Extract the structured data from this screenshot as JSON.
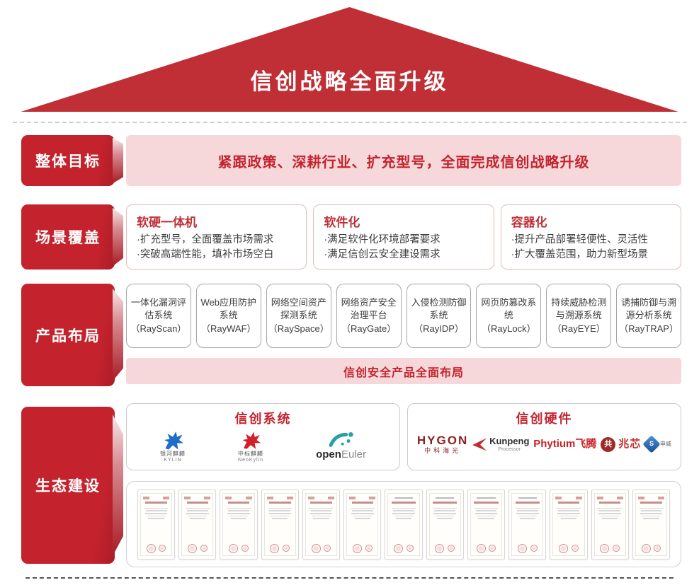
{
  "title": "信创战略全面升级",
  "colors": {
    "roof_red": "#bf2f35",
    "sidebar_red": "#c4232e",
    "pink_banner_bg": "#f6d8da",
    "accent_red": "#c4232e",
    "kylin_blue": "#1f6dc9",
    "neokylin_red": "#d22027",
    "openeuler_teal": "#28a0a6",
    "hygon_maroon": "#8e2023",
    "phytium_red": "#cc2127",
    "shenwei_blue": "#2f6db5"
  },
  "sections": {
    "goal": {
      "label": "整体目标",
      "banner": "紧跟政策、深耕行业、扩充型号，全面完成信创战略升级"
    },
    "scenario": {
      "label": "场景覆盖",
      "cards": [
        {
          "title": "软硬一体机",
          "bullets": [
            "扩充型号，全面覆盖市场需求",
            "突破高端性能，填补市场空白"
          ]
        },
        {
          "title": "软件化",
          "bullets": [
            "满足软件化环境部署要求",
            "满足信创云安全建设需求"
          ]
        },
        {
          "title": "容器化",
          "bullets": [
            "提升产品部署轻便性、灵活性",
            "扩大覆盖范围，助力新型场景"
          ]
        }
      ]
    },
    "products": {
      "label": "产品布局",
      "items": [
        {
          "name": "一体化漏洞评估系统",
          "code": "（RayScan）"
        },
        {
          "name": "Web应用防护系统",
          "code": "（RayWAF）"
        },
        {
          "name": "网络空间资产探测系统",
          "code": "（RaySpace）"
        },
        {
          "name": "网络资产安全治理平台",
          "code": "（RayGate）"
        },
        {
          "name": "入侵检测防御系统",
          "code": "（RayIDP）"
        },
        {
          "name": "网页防篡改系统",
          "code": "（RayLock）"
        },
        {
          "name": "持续威胁检测与溯源系统",
          "code": "（RayEYE）"
        },
        {
          "name": "诱捕防御与溯源分析系统",
          "code": "（RayTRAP）"
        }
      ],
      "banner": "信创安全产品全面布局"
    },
    "ecosystem": {
      "label": "生态建设",
      "systems": {
        "title": "信创系统",
        "logos": [
          {
            "name": "kylin",
            "zh": "银河麒麟",
            "en": "KYLIN"
          },
          {
            "name": "neokylin",
            "zh": "中标麒麟",
            "en": "NeoKylin"
          },
          {
            "name": "openeuler",
            "en": "openEuler"
          }
        ]
      },
      "hardware": {
        "title": "信创硬件",
        "logos": [
          {
            "name": "hygon",
            "en": "HYGON",
            "zh": "中科海光"
          },
          {
            "name": "kunpeng",
            "en": "Kunpeng",
            "sub": "Processor"
          },
          {
            "name": "phytium",
            "en": "Phytium",
            "zh": "飞腾"
          },
          {
            "name": "zhaoxin",
            "zh": "兆芯",
            "glyph": "共"
          },
          {
            "name": "shenwei",
            "zh": "申威",
            "glyph": "S"
          }
        ]
      },
      "certificates": {
        "count": 13
      }
    }
  }
}
